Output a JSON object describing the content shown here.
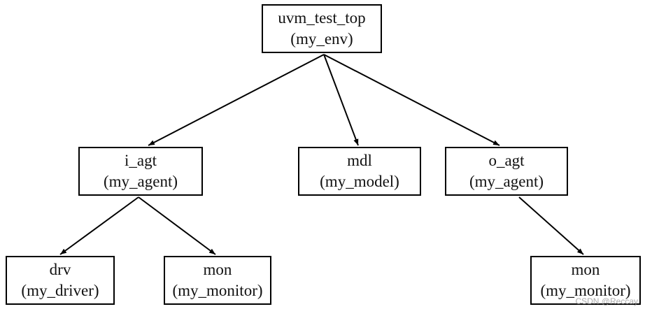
{
  "nodes": [
    {
      "id": "uvm_test_top",
      "name": "uvm_test_top",
      "type": "(my_env)"
    },
    {
      "id": "i_agt",
      "name": "i_agt",
      "type": "(my_agent)"
    },
    {
      "id": "mdl",
      "name": "mdl",
      "type": "(my_model)"
    },
    {
      "id": "o_agt",
      "name": "o_agt",
      "type": "(my_agent)"
    },
    {
      "id": "drv",
      "name": "drv",
      "type": "(my_driver)"
    },
    {
      "id": "mon_i",
      "name": "mon",
      "type": "(my_monitor)"
    },
    {
      "id": "mon_o",
      "name": "mon",
      "type": "(my_monitor)"
    }
  ],
  "edges": [
    {
      "from": "uvm_test_top",
      "to": "i_agt"
    },
    {
      "from": "uvm_test_top",
      "to": "mdl"
    },
    {
      "from": "uvm_test_top",
      "to": "o_agt"
    },
    {
      "from": "i_agt",
      "to": "drv"
    },
    {
      "from": "i_agt",
      "to": "mon_i"
    },
    {
      "from": "o_agt",
      "to": "mon_o"
    }
  ],
  "watermark": "CSDN @Reccay",
  "colors": {
    "stroke": "#000000",
    "text": "#111111",
    "background": "#ffffff"
  }
}
